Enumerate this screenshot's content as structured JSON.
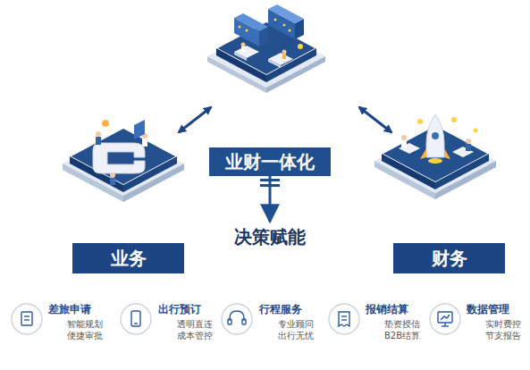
{
  "diagram": {
    "nodes": [
      {
        "text": [
          "业财一体化"
        ]
      },
      {
        "text": [
          "决策赋能"
        ]
      },
      {
        "text": [
          "业务"
        ]
      },
      {
        "text": [
          "财务"
        ]
      },
      {
        "text": [
          "差旅申请",
          "智能规划 便捷审批"
        ]
      },
      {
        "text": [
          "出行预订",
          "透明直连 成本管控"
        ]
      },
      {
        "text": [
          "行程服务",
          "专业顾问 出行无忧"
        ]
      },
      {
        "text": [
          "报销结算",
          "垫资授信 B2B结算"
        ]
      },
      {
        "text": [
          "数据管理",
          "实时费控 节支报告"
        ]
      }
    ],
    "edges": [
      {
        "from": 0,
        "to": 1,
        "arrow": "to"
      }
    ]
  }
}
